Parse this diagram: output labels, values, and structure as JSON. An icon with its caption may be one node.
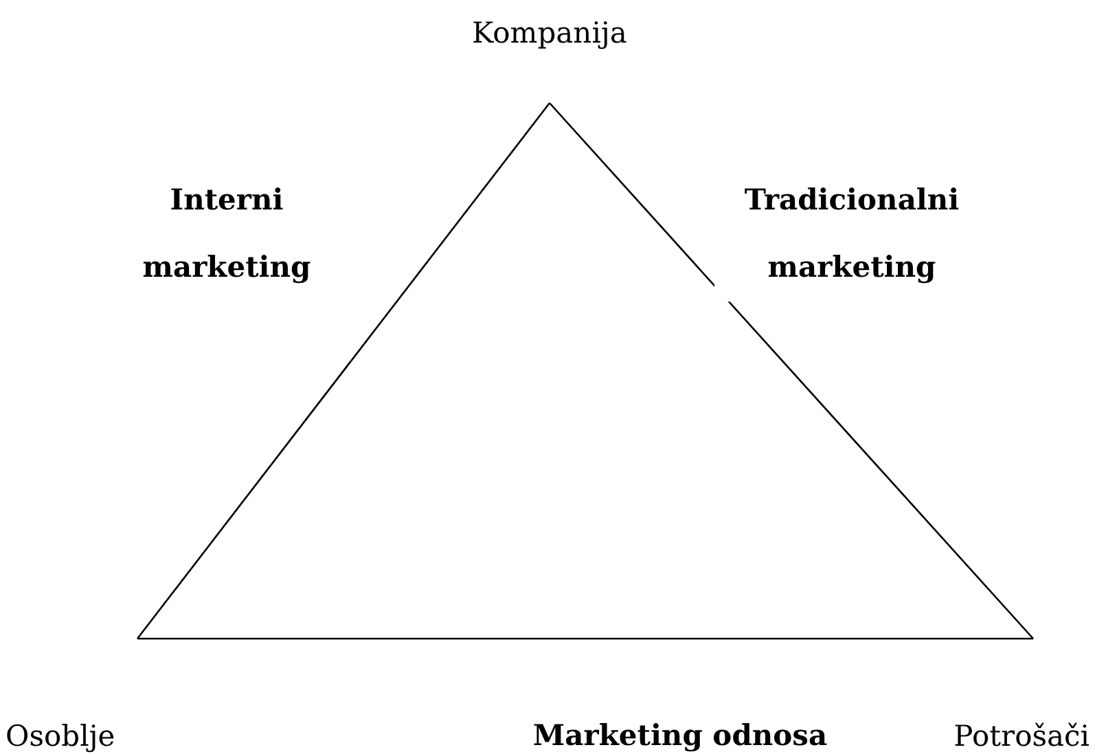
{
  "diagram": {
    "nodes": [
      {
        "text": [
          "Kompanija"
        ]
      },
      {
        "text": [
          "Osoblje"
        ]
      },
      {
        "text": [
          "Potrošači"
        ]
      }
    ],
    "edges": [
      {
        "from": 0,
        "to": 1,
        "arrow": "none",
        "label": "Interni marketing"
      },
      {
        "from": 0,
        "to": 2,
        "arrow": "none",
        "label": "Tradicionalni marketing"
      },
      {
        "from": 1,
        "to": 2,
        "arrow": "none",
        "label": "Marketing odnosa"
      }
    ]
  }
}
